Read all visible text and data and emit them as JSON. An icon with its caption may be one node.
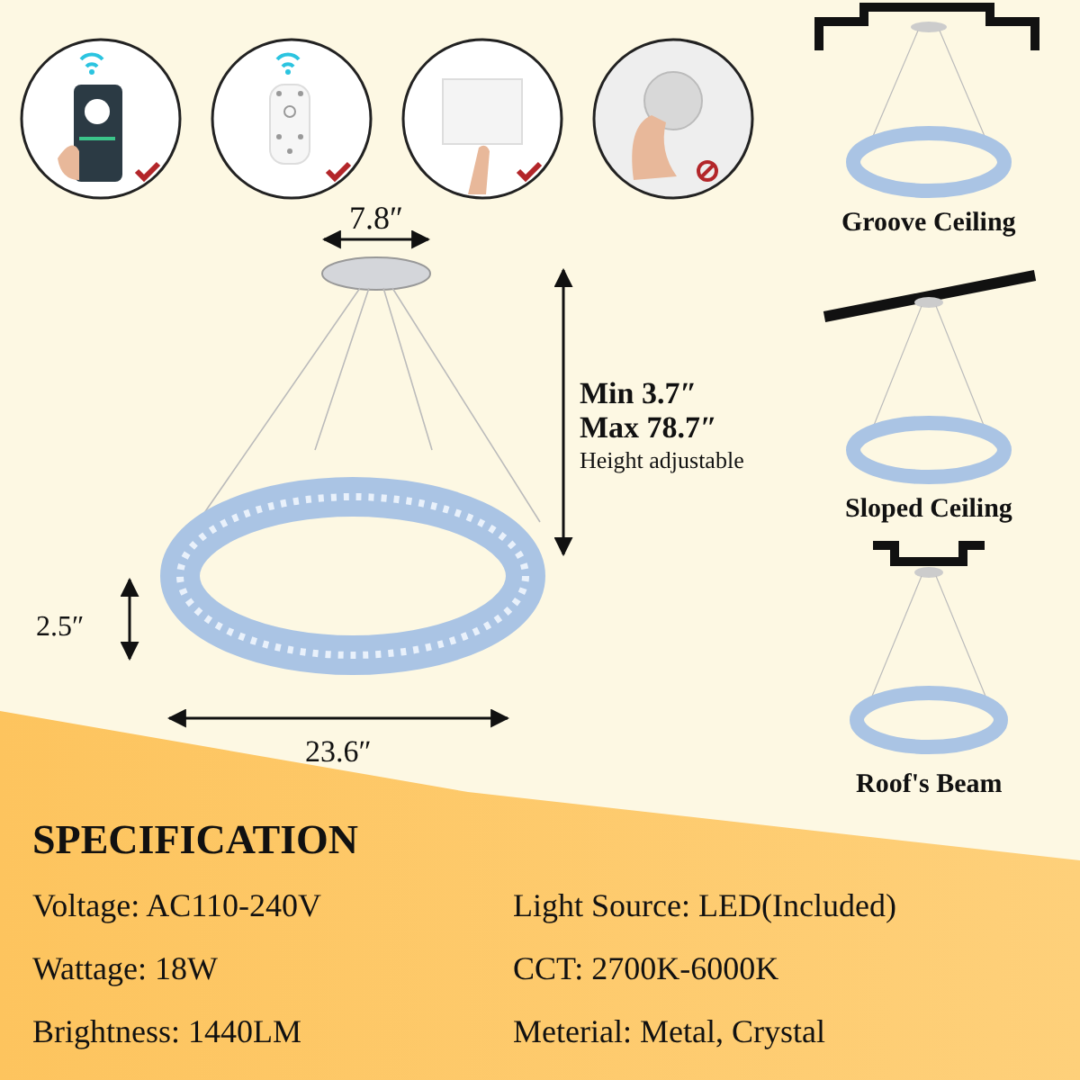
{
  "diagram": {
    "labels": [
      "7.8″",
      "Min 3.7″",
      "Max 78.7″",
      "Height adjustable",
      "2.5″",
      "23.6″",
      "Groove Ceiling",
      "Sloped Ceiling",
      "Roof's Beam",
      "SPECIFICATION",
      "Voltage: AC110-240V",
      "Light Source: LED(Included)",
      "Wattage: 18W",
      "CCT: 2700K-6000K",
      "Brightness: 1440LM",
      "Meterial: Metal, Crystal"
    ]
  }
}
